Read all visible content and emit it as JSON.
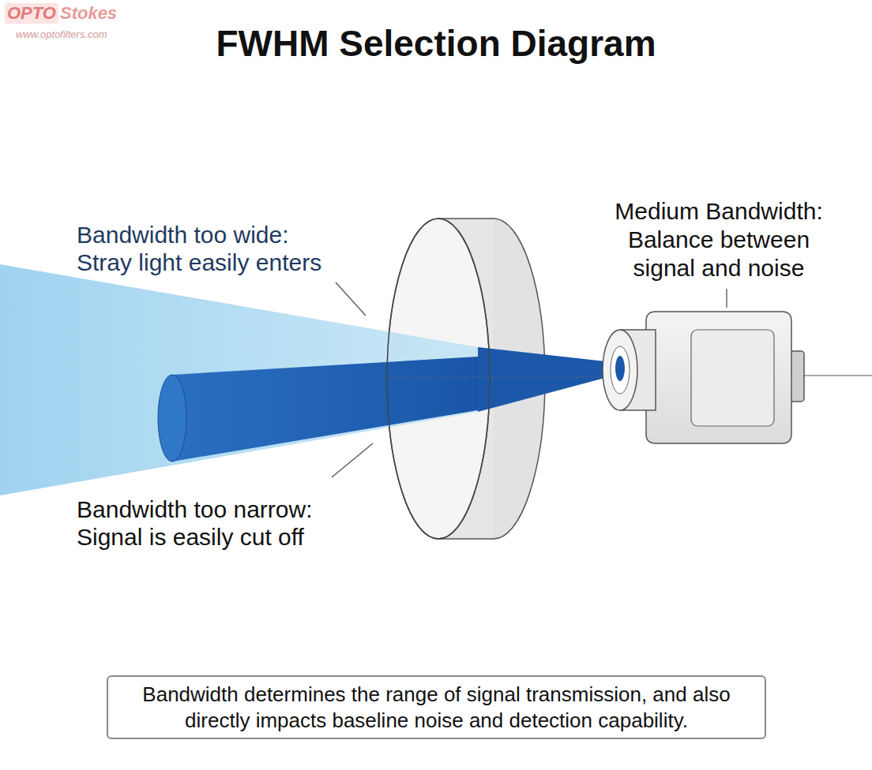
{
  "diagram": {
    "title": "FWHM Selection Diagram",
    "caption": "Bandwidth determines the range of signal transmission, and also directly impacts baseline noise and detection capability.",
    "labels": [
      "OPTO",
      "Stokes",
      "www.optofilters.com",
      "Bandwidth too wide:",
      "Stray light easily enters",
      "Bandwidth too narrow:",
      "Signal is easily cut off",
      "Medium Bandwidth:",
      "Balance between signal and noise"
    ]
  }
}
